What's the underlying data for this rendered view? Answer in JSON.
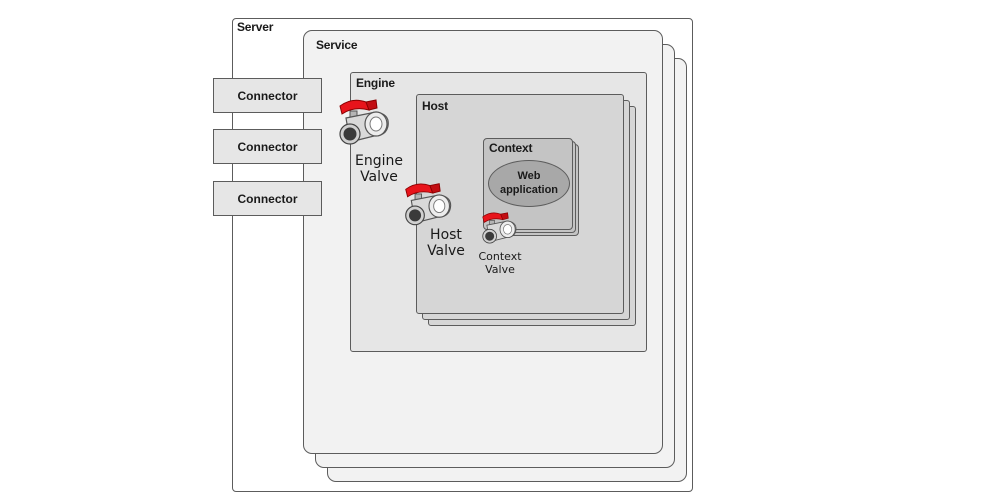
{
  "server": {
    "label": "Server"
  },
  "service": {
    "label": "Service"
  },
  "connectors": [
    {
      "label": "Connector"
    },
    {
      "label": "Connector"
    },
    {
      "label": "Connector"
    }
  ],
  "engine": {
    "label": "Engine",
    "valve_line1": "Engine",
    "valve_line2": "Valve"
  },
  "host": {
    "label": "Host",
    "valve_line1": "Host",
    "valve_line2": "Valve"
  },
  "context": {
    "label": "Context",
    "valve_line1": "Context",
    "valve_line2": "Valve"
  },
  "web_app": {
    "line1": "Web",
    "line2": "application"
  },
  "icons": {
    "valve": "valve-icon"
  },
  "colors": {
    "valve_handle": "#e8141b",
    "box_fill": "#f2f2f2",
    "engine_fill": "#e6e6e6",
    "host_fill": "#d6d6d6",
    "context_fill": "#c4c4c4"
  }
}
